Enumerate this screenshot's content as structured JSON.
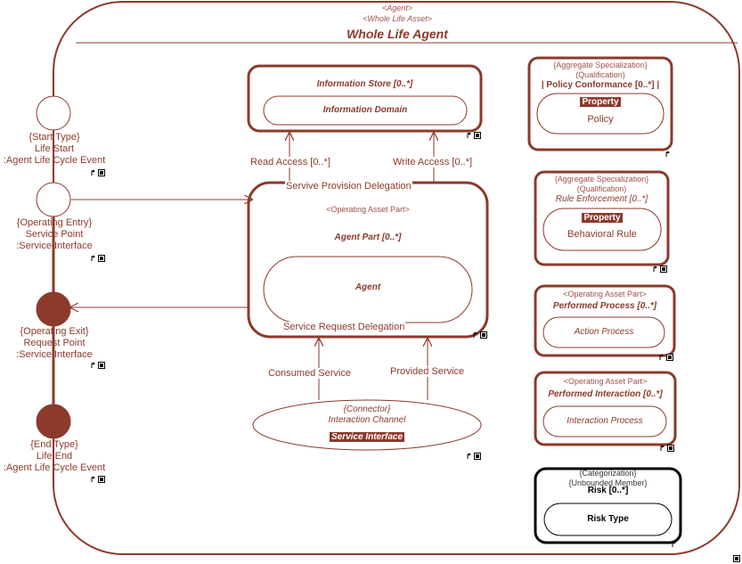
{
  "colors": {
    "stroke": "#8b3a2b",
    "fill": "#8b3a2b",
    "black": "#000000",
    "background": "#ffffff"
  },
  "agent": {
    "stereo1": "<Agent>",
    "stereo2": "<Whole Life Asset>",
    "title": "Whole Life Agent"
  },
  "left_ports": [
    {
      "stereo": "{Start Type}",
      "name": "Life Start",
      "type": ":Agent Life Cycle Event",
      "filled": false
    },
    {
      "stereo": "{Operating Entry}",
      "name": "Service Point",
      "type": ":Service Interface",
      "filled": false
    },
    {
      "stereo": "{Operating Exit}",
      "name": "Request Point",
      "type": ":Service Interface",
      "filled": true
    },
    {
      "stereo": "{End Type}",
      "name": "Life End",
      "type": ":Agent Life Cycle Event",
      "filled": true
    }
  ],
  "info_store": {
    "title": "Information Store [0..*]",
    "inner": "Information Domain"
  },
  "flows": {
    "read": "Read Access [0..*]",
    "write": "Write Access [0..*]",
    "provision": "Servive Provision Delegation",
    "request": "Service Request Delegation",
    "consumed": "Consumed Service",
    "provided": "Provided Service"
  },
  "agent_part": {
    "stereo": "<Operating Asset Part>",
    "title": "Agent Part [0..*]",
    "inner": "Agent"
  },
  "connector": {
    "stereo": "{Connector}",
    "name": "Interaction Channel",
    "type": "Service Interface"
  },
  "right_boxes": {
    "policy": {
      "stereo1": "{Aggregate Specialization}",
      "stereo2": "(Qualification)",
      "title": "| Policy Conformance [0..*] |",
      "band": "Property",
      "inner": "Policy"
    },
    "rule": {
      "stereo1": "{Aggregate Specialization}",
      "stereo2": "(Qualification)",
      "title": "Rule Enforcement [0..*]",
      "band": "Property",
      "inner": "Behavioral Rule"
    },
    "process": {
      "stereo": "<Operating Asset Part>",
      "title": "Performed Process [0..*]",
      "inner": "Action Process"
    },
    "interaction": {
      "stereo": "<Operating Asset Part>",
      "title": "Performed Interaction [0..*]",
      "inner": "Interaction Process"
    },
    "risk": {
      "stereo1": "{Categorization}",
      "stereo2": "{Unbounded Member}",
      "title": "Risk [0..*]",
      "inner": "Risk Type"
    }
  }
}
